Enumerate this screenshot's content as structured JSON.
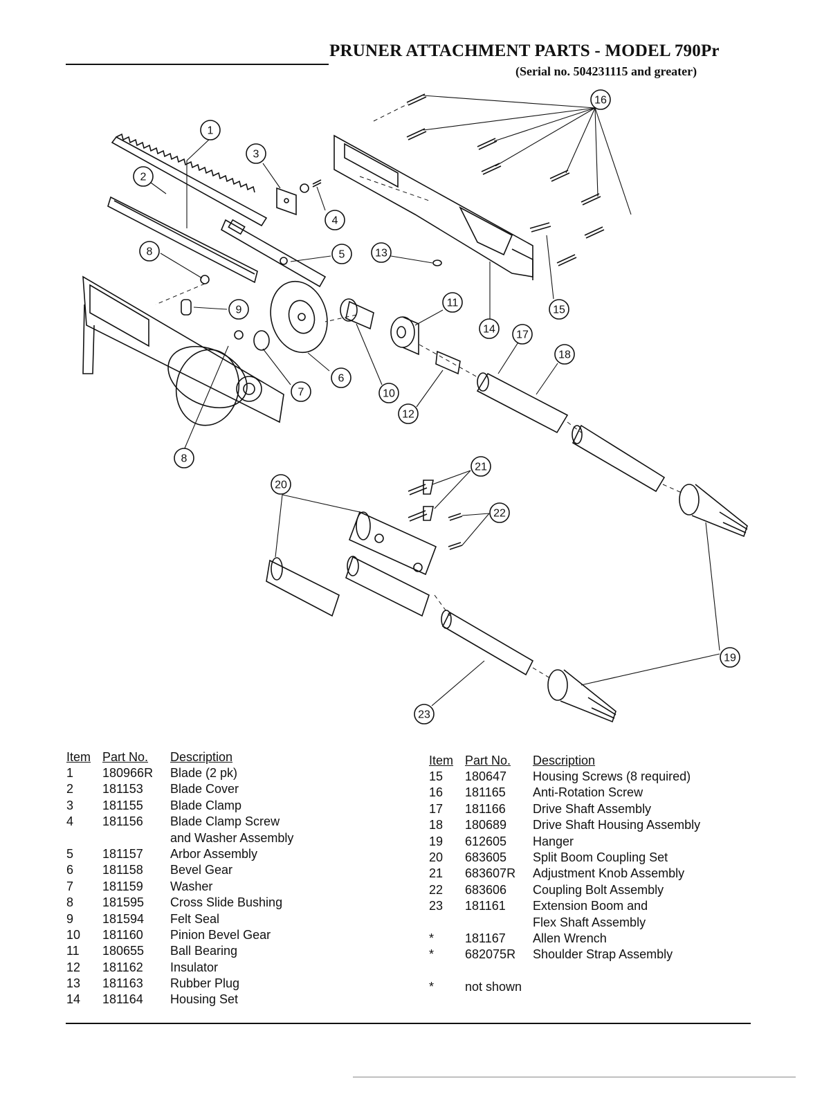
{
  "header": {
    "title": "PRUNER ATTACHMENT PARTS - MODEL 790Pr",
    "subtitle": "(Serial no. 504231115 and greater)"
  },
  "diagram": {
    "callouts": [
      "1",
      "2",
      "3",
      "4",
      "5",
      "6",
      "7",
      "8",
      "8",
      "9",
      "10",
      "11",
      "12",
      "13",
      "14",
      "15",
      "16",
      "17",
      "18",
      "19",
      "20",
      "21",
      "22",
      "23"
    ]
  },
  "parts_table": {
    "headers": {
      "item": "Item",
      "part_no": "Part No.",
      "description": "Description"
    },
    "left_rows": [
      {
        "item": "1",
        "part_no": "180966R",
        "description": "Blade (2 pk)"
      },
      {
        "item": "2",
        "part_no": "181153",
        "description": "Blade Cover"
      },
      {
        "item": "3",
        "part_no": "181155",
        "description": "Blade Clamp"
      },
      {
        "item": "4",
        "part_no": "181156",
        "description": "Blade Clamp Screw"
      },
      {
        "item": "",
        "part_no": "",
        "description": "and Washer Assembly"
      },
      {
        "item": "5",
        "part_no": "181157",
        "description": "Arbor Assembly"
      },
      {
        "item": "6",
        "part_no": "181158",
        "description": "Bevel Gear"
      },
      {
        "item": "7",
        "part_no": "181159",
        "description": "Washer"
      },
      {
        "item": "8",
        "part_no": "181595",
        "description": "Cross Slide Bushing"
      },
      {
        "item": "9",
        "part_no": "181594",
        "description": "Felt Seal"
      },
      {
        "item": "10",
        "part_no": "181160",
        "description": "Pinion Bevel Gear"
      },
      {
        "item": "11",
        "part_no": "180655",
        "description": "Ball Bearing"
      },
      {
        "item": "12",
        "part_no": "181162",
        "description": "Insulator"
      },
      {
        "item": "13",
        "part_no": "181163",
        "description": "Rubber Plug"
      },
      {
        "item": "14",
        "part_no": "181164",
        "description": "Housing Set"
      }
    ],
    "right_rows": [
      {
        "item": "15",
        "part_no": "180647",
        "description": "Housing Screws (8 required)"
      },
      {
        "item": "16",
        "part_no": "181165",
        "description": "Anti-Rotation Screw"
      },
      {
        "item": "17",
        "part_no": "181166",
        "description": "Drive Shaft Assembly"
      },
      {
        "item": "18",
        "part_no": "180689",
        "description": "Drive Shaft Housing Assembly"
      },
      {
        "item": "19",
        "part_no": "612605",
        "description": "Hanger"
      },
      {
        "item": "20",
        "part_no": "683605",
        "description": "Split Boom Coupling Set"
      },
      {
        "item": "21",
        "part_no": "683607R",
        "description": "Adjustment Knob Assembly"
      },
      {
        "item": "22",
        "part_no": "683606",
        "description": "Coupling Bolt Assembly"
      },
      {
        "item": "23",
        "part_no": "181161",
        "description": "Extension Boom and"
      },
      {
        "item": "",
        "part_no": "",
        "description": "Flex Shaft Assembly"
      },
      {
        "item": "*",
        "part_no": "181167",
        "description": "Allen Wrench"
      },
      {
        "item": "*",
        "part_no": "682075R",
        "description": "Shoulder Strap Assembly"
      },
      {
        "item": "",
        "part_no": "",
        "description": ""
      },
      {
        "item": "*",
        "part_no": "not shown",
        "description": ""
      }
    ]
  }
}
